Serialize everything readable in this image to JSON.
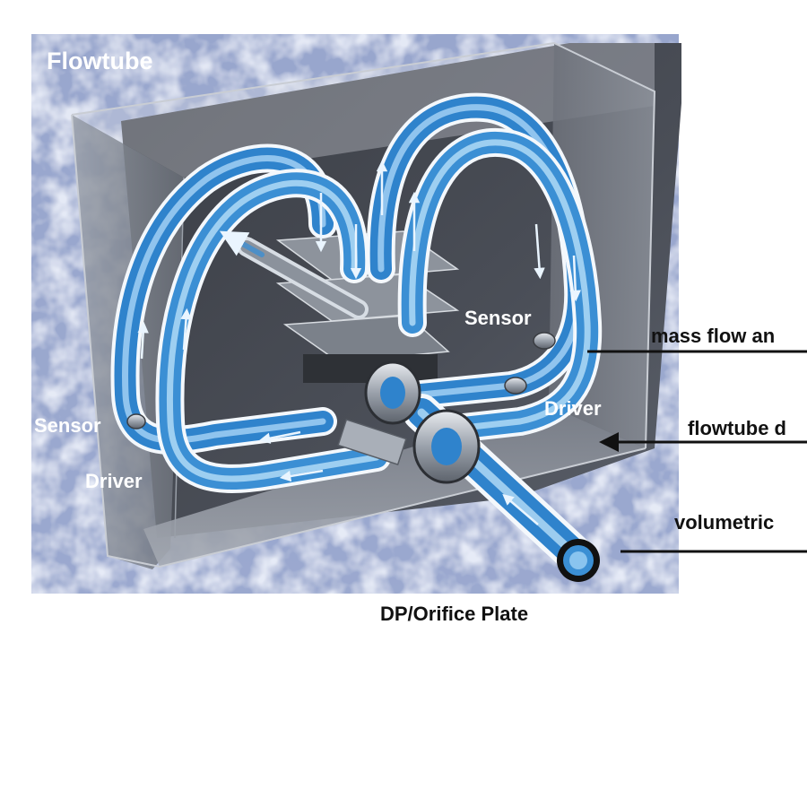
{
  "title": "Flowtube",
  "labels": {
    "sensor_right": "Sensor",
    "sensor_left": "Sensor",
    "driver_right": "Driver",
    "driver_left": "Driver",
    "plate": "DP/Orifice Plate"
  },
  "callouts": [
    {
      "text": "mass flow an"
    },
    {
      "text": "flowtube d"
    },
    {
      "text": "volumetric"
    }
  ],
  "colors": {
    "tube_fill": "#3b8fd4",
    "tube_light": "#9fd0f5",
    "tube_outline": "#f4f8fc",
    "housing": "#4d515b",
    "background_mottle": "#aab6d6",
    "text_black": "#111111",
    "text_white": "#ffffff"
  }
}
